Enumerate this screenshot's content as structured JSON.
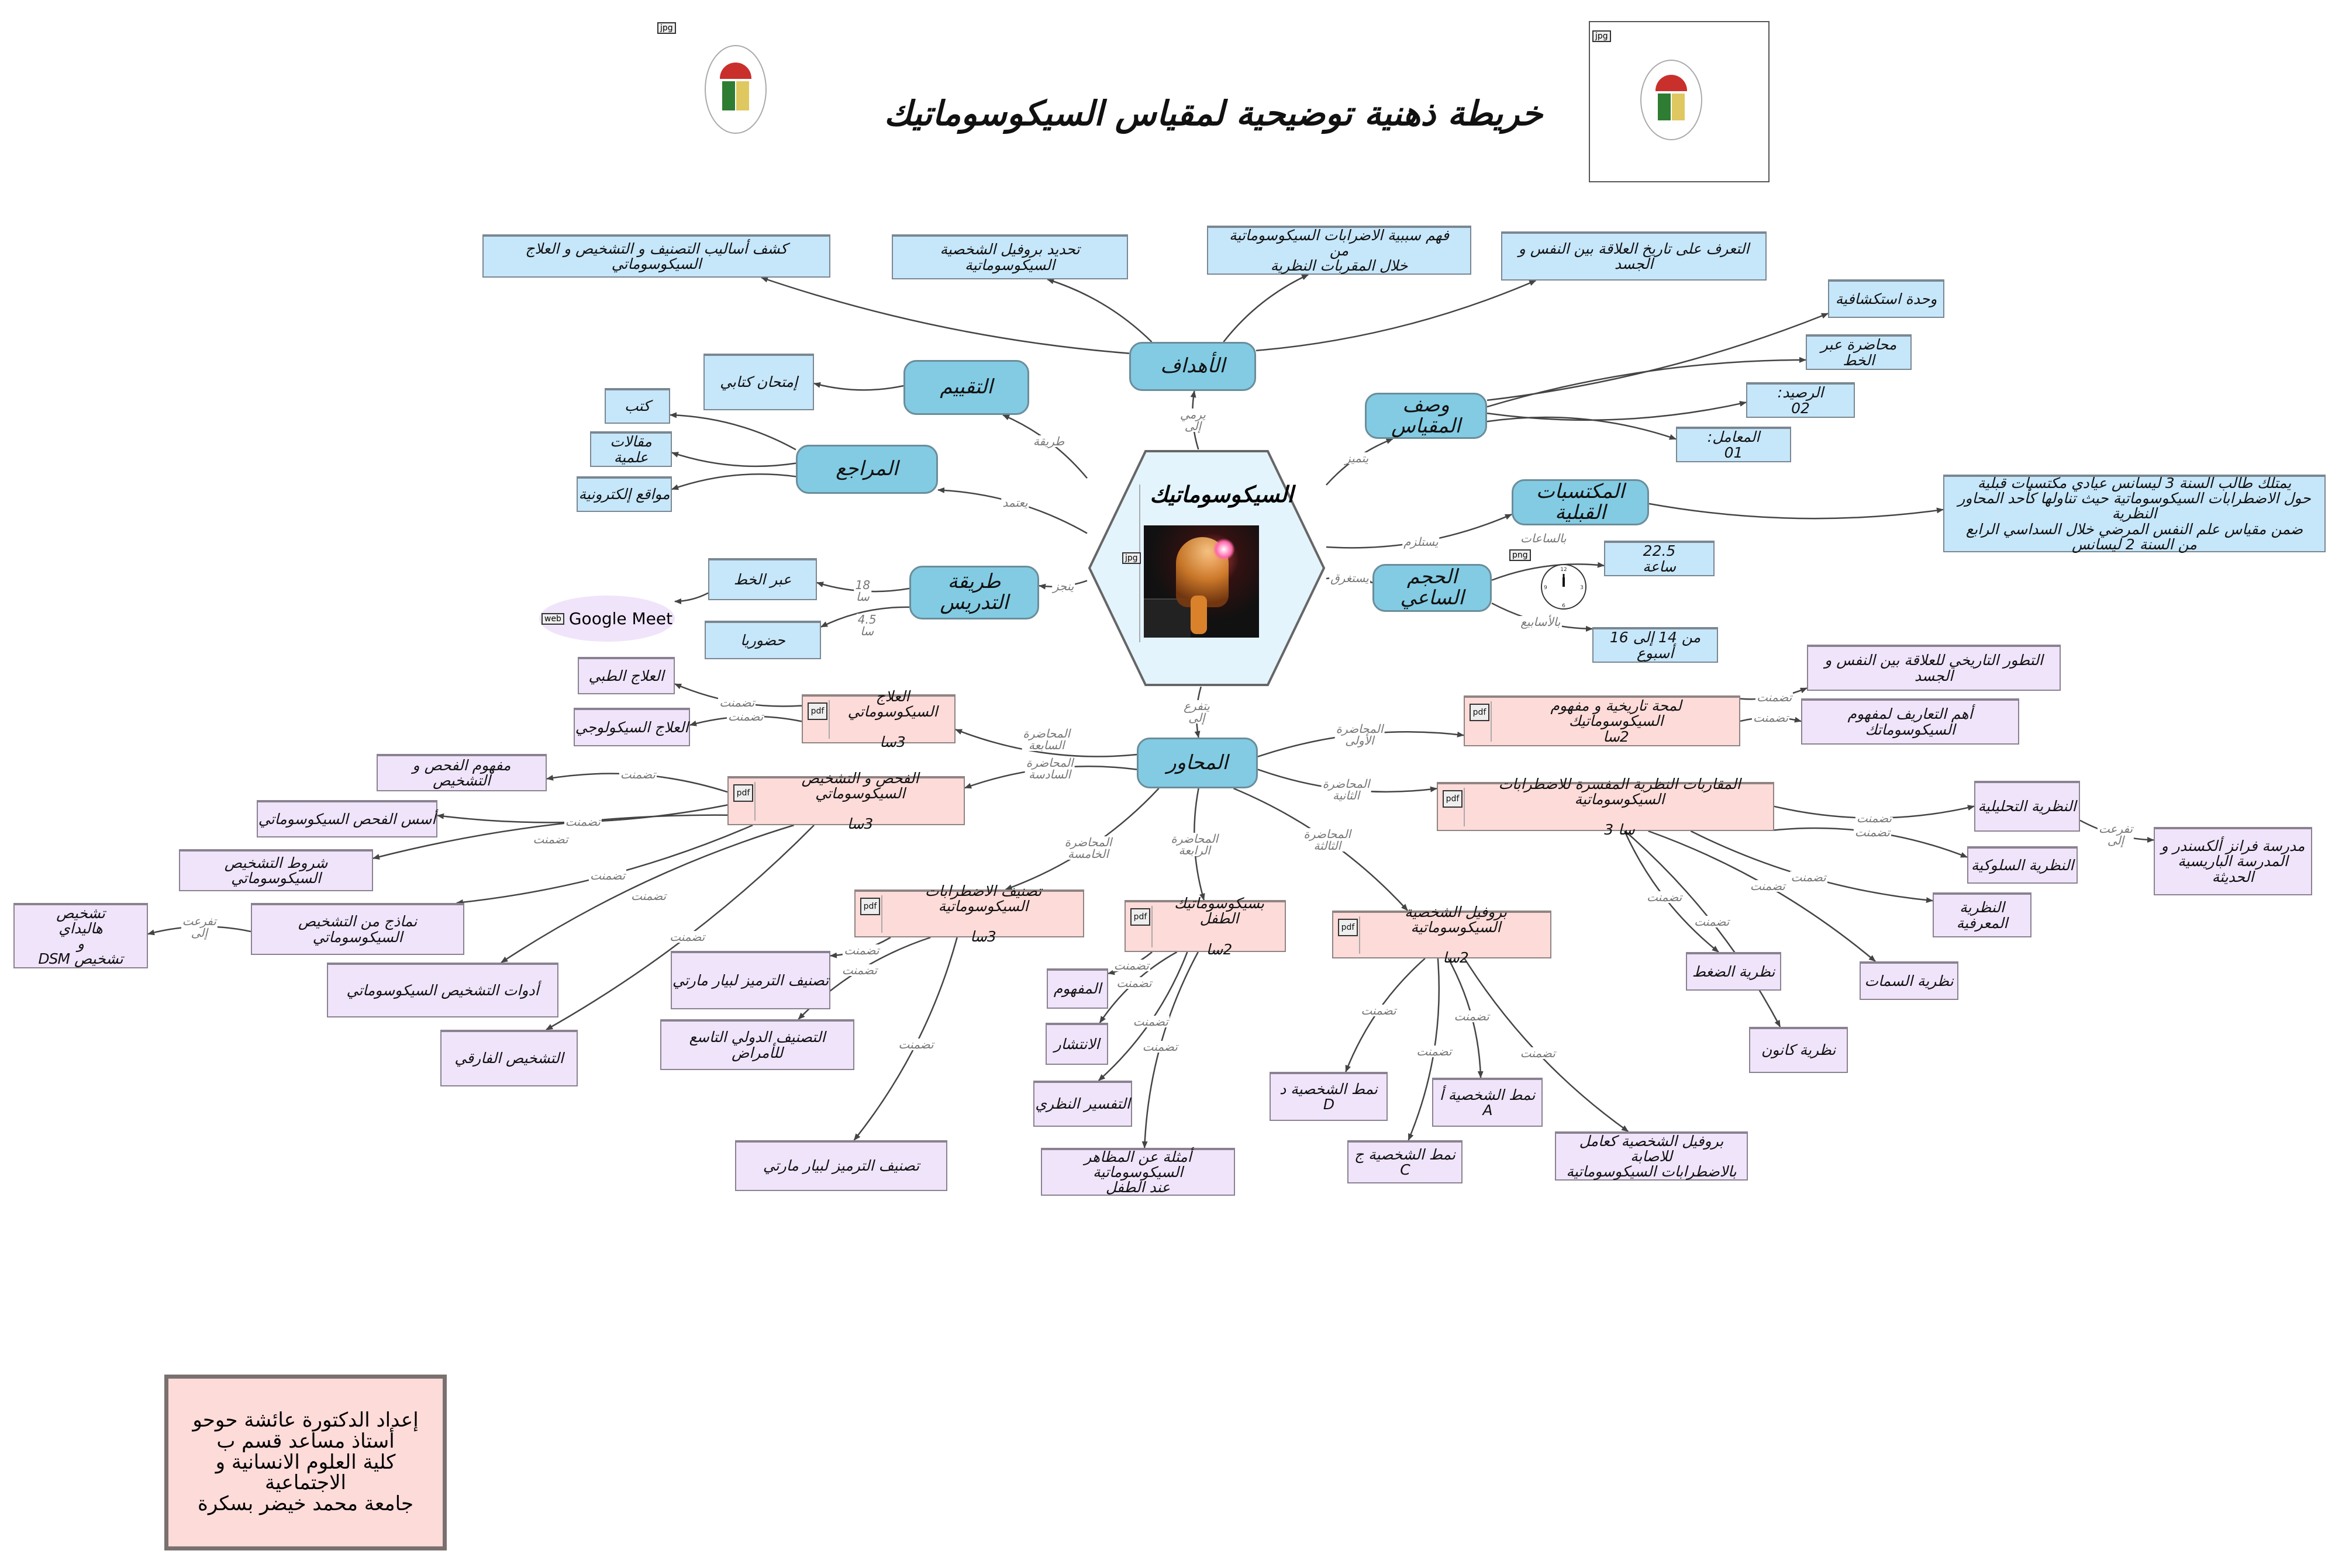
{
  "title": "خريطة ذهنية توضيحية لمقياس السيكوسوماتيك",
  "badges": {
    "jpg": "jpg",
    "png": "png",
    "pdf": "pdf",
    "web": "web"
  },
  "core": {
    "title": "السيكوسوماتيك"
  },
  "google_meet": "Google Meet",
  "credit": "إعداد الدكتورة عائشة حوحو\nأستاذ مساعد قسم  ب\nكلية العلوم الانسانية و\nالاجتماعية\nجامعة محمد خيضر بسكرة",
  "colors": {
    "main": "#82cbe3",
    "info": "#c6e6fa",
    "lecture": "#fddbd9",
    "leaf": "#f0e4fb"
  },
  "nodes": {
    "goals": "الأهداف",
    "eval": "التقييم",
    "refs": "المراجع",
    "desc": "وصف المقياس",
    "prereq": "المكتسبات القبلية",
    "hours": "الحجم الساعي",
    "teach": "طريقة التدريس",
    "axes": "المحاور",
    "g1": "كشف أساليب التصنيف و التشخيص و العلاج السيكوسوماتي",
    "g2": "تحديد بروفيل الشخصية\nالسيكوسوماتية",
    "g3": "فهم سببية الاضرابات السيكوسوماتية\nمن\nخلال المقربات النظرية",
    "g4": "التعرف على تاريخ العلاقة بين النفس و الجسد",
    "exam": "إمتحان كتابي",
    "books": "كتب",
    "articles": "مقالات علمية",
    "sites": "مواقع إلكترونية",
    "online": "عبر الخط",
    "inperson": "حضوريا",
    "unit": "وحدة استكشافية",
    "lecture_online": "محاضرة عبر الخط",
    "credit": "الرصيد:\n02",
    "coef": "المعامل:\n01",
    "prereq_text": "يمتلك طالب السنة 3 ليسانس عيادي مكتسبات قبلية\nحول الاضطرابات السيكوسوماتية حيث تناولها كأحد المحاور\nالنظرية\nضمن مقياس علم النفس المرضي خلال السداسي الرابع\nمن السنة 2 ليسانس",
    "h1": "22.5\nساعة",
    "h2": "من 14  إلى 16\nأسبوع",
    "L1": "لمحة تاريخية و مفهوم\nالسيكوسوماتيك\n2سا",
    "L2": "المقاربات النظرية المفسرة للاضطرابات السيكوسوماتية\n\nسا 3",
    "L3": "بروفيل الشخصية السيكوسوماتية\n\n2سا",
    "L4": "بسيكوسوماتيك الطفل\n\n2سا",
    "L5": "تصنيف الاضطرابات السيكوسوماتية\n\n3سا",
    "L6": "الفحص و التشخيص السيكوسوماتي\n\n3سا",
    "L7": "العلاج السيكوسوماتي\n\n3سا",
    "hist": "التطور التاريخي  للعلاقة بين النفس و الجسد",
    "defs": "أهم التعاريف لمفهوم السيكوسوماتك",
    "analytic": "النظرية التحليلية",
    "franz": "مدرسة فرانز ألكسندر و\nالمدرسة الباريسية الحديثة",
    "behavioral": "النظرية السلوكية",
    "cognitive": "النظرية المعرفية",
    "traits": "نظرية السمات",
    "stress": "نظرية الضغط",
    "cannon": "نظرية كانون",
    "typeA": "نمط الشخصية أ\nA",
    "typeD": "نمط الشخصية د\nD",
    "typeC": "نمط الشخصية ج\nC",
    "factor": "بروفيل الشخصية كعامل\nللاصابة\nبالاضطرابات السيكوسوماتية",
    "concept": "المفهوم",
    "prevalence": "الانتشار",
    "theory": "التفسير النظري",
    "examples": "أمثلة عن المظاهر\nالسيكوسوماتية\nعند الطفل",
    "marty1": "تصنيف الترميز لبيار مارتي",
    "icd": "التصنيف الدولي  التاسع للأمراض",
    "marty2": "تصنيف الترميز لبيار مارتي",
    "dx_concept": "مفهوم الفحص و\nالتشخيص",
    "dx_basics": "أسس الفحص السيكوسوماتي",
    "dx_conditions": "شروط التشخيص السيكوسوماتي",
    "dx_models": "نماذج من التشخيص السيكوسوماتي",
    "halliday": "تشخيص\nهاليداي\nو\nتشخيص DSM",
    "dx_tools": "أدوات التشخيص السيكوسوماتي",
    "dx_diff": "التشخيص الفارقي",
    "medical": "العلاج الطبي",
    "psych": "العلاج السيكولوجي"
  },
  "edges": [
    {
      "from": "core",
      "to": "goals",
      "label": "يرمي إلى"
    },
    {
      "from": "core",
      "to": "eval",
      "label": "طريقة"
    },
    {
      "from": "core",
      "to": "desc",
      "label": "يتميز"
    },
    {
      "from": "core",
      "to": "prereq",
      "label": "يستلزم"
    },
    {
      "from": "core",
      "to": "hours",
      "label": "يستغرق"
    },
    {
      "from": "core",
      "to": "refs",
      "label": "يعتمد"
    },
    {
      "from": "core",
      "to": "teach",
      "label": "ينجز"
    },
    {
      "from": "core",
      "to": "axes",
      "label": "يتفرع إلى"
    },
    {
      "from": "goals",
      "to": "g1",
      "label": ""
    },
    {
      "from": "goals",
      "to": "g2",
      "label": ""
    },
    {
      "from": "goals",
      "to": "g3",
      "label": ""
    },
    {
      "from": "goals",
      "to": "g4",
      "label": ""
    },
    {
      "from": "eval",
      "to": "exam",
      "label": ""
    },
    {
      "from": "refs",
      "to": "books",
      "label": ""
    },
    {
      "from": "refs",
      "to": "articles",
      "label": ""
    },
    {
      "from": "refs",
      "to": "sites",
      "label": ""
    },
    {
      "from": "teach",
      "to": "online",
      "label": "18\nسا"
    },
    {
      "from": "teach",
      "to": "inperson",
      "label": "4.5\nسا"
    },
    {
      "from": "online",
      "to": "gmeet",
      "label": ""
    },
    {
      "from": "desc",
      "to": "unit",
      "label": ""
    },
    {
      "from": "desc",
      "to": "lecture_online",
      "label": ""
    },
    {
      "from": "desc",
      "to": "credit",
      "label": ""
    },
    {
      "from": "desc",
      "to": "coef",
      "label": ""
    },
    {
      "from": "prereq",
      "to": "prereq_text",
      "label": ""
    },
    {
      "from": "hours",
      "to": "h1",
      "label": "بالساعات"
    },
    {
      "from": "hours",
      "to": "h2",
      "label": "بالأسابيع"
    },
    {
      "from": "axes",
      "to": "L1",
      "label": "المحاضرة الأولى"
    },
    {
      "from": "axes",
      "to": "L2",
      "label": "المحاضرة الثانية"
    },
    {
      "from": "axes",
      "to": "L3",
      "label": "المحاضرة الثالثة"
    },
    {
      "from": "axes",
      "to": "L4",
      "label": "المحاضرة الرابعة"
    },
    {
      "from": "axes",
      "to": "L5",
      "label": "المحاضرة الخامسة"
    },
    {
      "from": "axes",
      "to": "L6",
      "label": "المحاضرة السادسة"
    },
    {
      "from": "axes",
      "to": "L7",
      "label": "المحاضرة السابعة"
    },
    {
      "from": "L1",
      "to": "hist",
      "label": "تضمنت"
    },
    {
      "from": "L1",
      "to": "defs",
      "label": "تضمنت"
    },
    {
      "from": "L2",
      "to": "analytic",
      "label": "تضمنت"
    },
    {
      "from": "L2",
      "to": "behavioral",
      "label": "تضمنت"
    },
    {
      "from": "L2",
      "to": "cognitive",
      "label": "تضمنت"
    },
    {
      "from": "L2",
      "to": "traits",
      "label": "تضمنت"
    },
    {
      "from": "L2",
      "to": "stress",
      "label": "تضمنت"
    },
    {
      "from": "L2",
      "to": "cannon",
      "label": "تضمنت"
    },
    {
      "from": "analytic",
      "to": "franz",
      "label": "تفرعت إلى"
    },
    {
      "from": "L3",
      "to": "typeA",
      "label": "تضمنت"
    },
    {
      "from": "L3",
      "to": "typeD",
      "label": "تضمنت"
    },
    {
      "from": "L3",
      "to": "typeC",
      "label": "تضمنت"
    },
    {
      "from": "L3",
      "to": "factor",
      "label": "تضمنت"
    },
    {
      "from": "L4",
      "to": "concept",
      "label": "تضمنت"
    },
    {
      "from": "L4",
      "to": "prevalence",
      "label": "تضمنت"
    },
    {
      "from": "L4",
      "to": "theory",
      "label": "تضمنت"
    },
    {
      "from": "L4",
      "to": "examples",
      "label": "تضمنت"
    },
    {
      "from": "L5",
      "to": "marty1",
      "label": "تضمنت"
    },
    {
      "from": "L5",
      "to": "icd",
      "label": "تضمنت"
    },
    {
      "from": "L5",
      "to": "marty2",
      "label": "تضمنت"
    },
    {
      "from": "L6",
      "to": "dx_concept",
      "label": "تضمنت"
    },
    {
      "from": "L6",
      "to": "dx_basics",
      "label": "تضمنت"
    },
    {
      "from": "L6",
      "to": "dx_conditions",
      "label": "تضمنت"
    },
    {
      "from": "L6",
      "to": "dx_models",
      "label": "تضمنت"
    },
    {
      "from": "L6",
      "to": "dx_tools",
      "label": "تضمنت"
    },
    {
      "from": "L6",
      "to": "dx_diff",
      "label": "تضمنت"
    },
    {
      "from": "dx_models",
      "to": "halliday",
      "label": "تفرعت إلى"
    },
    {
      "from": "L7",
      "to": "medical",
      "label": "تضمنت"
    },
    {
      "from": "L7",
      "to": "psych",
      "label": "تضمنت"
    }
  ]
}
